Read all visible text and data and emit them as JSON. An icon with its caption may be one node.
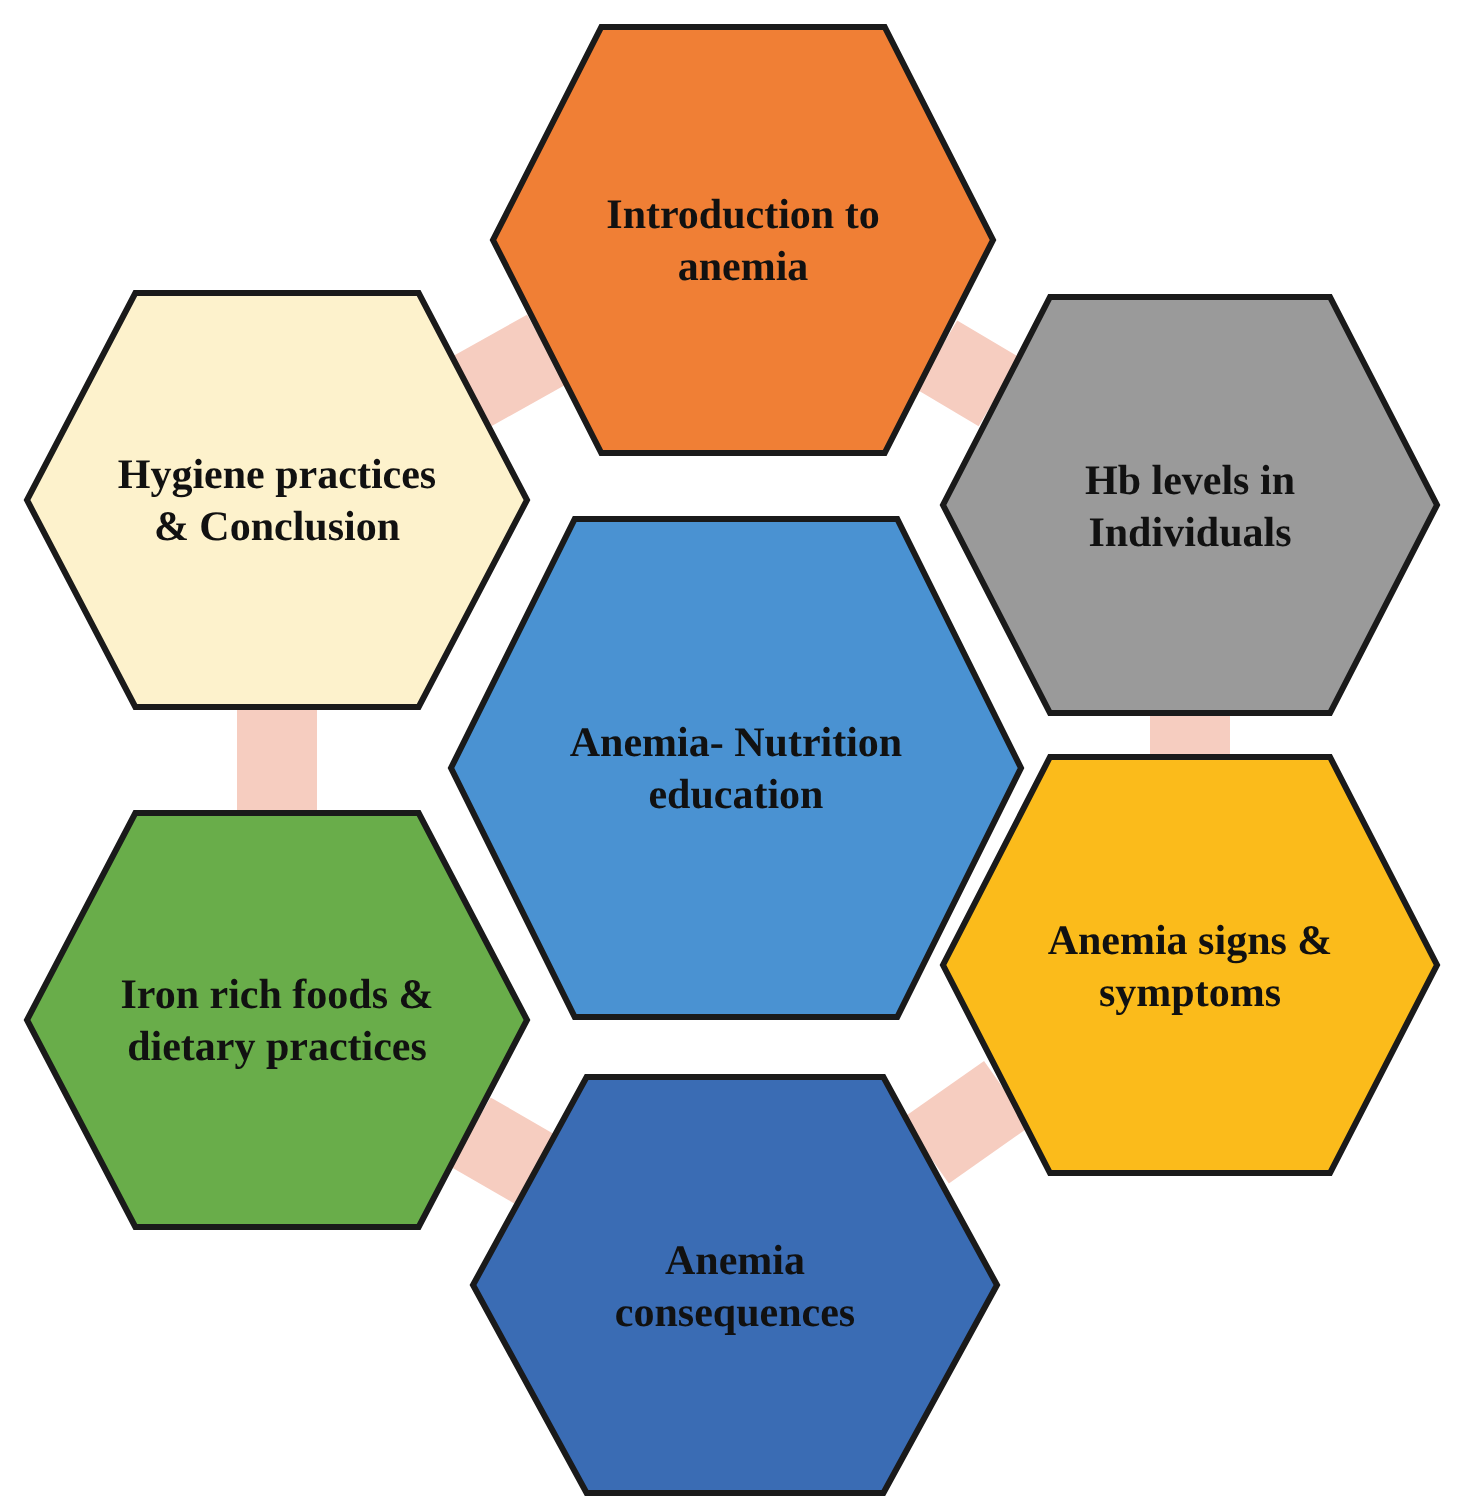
{
  "diagram": {
    "nodes": [
      {
        "text": [
          "Introduction to anemia"
        ]
      },
      {
        "text": [
          "Hygiene practices & Conclusion"
        ]
      },
      {
        "text": [
          "Hb levels in Individuals"
        ]
      },
      {
        "text": [
          "Anemia- Nutrition education"
        ]
      },
      {
        "text": [
          "Anemia signs & symptoms"
        ]
      },
      {
        "text": [
          "Iron rich foods & dietary practices"
        ]
      },
      {
        "text": [
          "Anemia consequences"
        ]
      }
    ],
    "edges": [
      {
        "from": 0,
        "to": 1,
        "arrow": "none"
      },
      {
        "from": 0,
        "to": 2,
        "arrow": "none"
      },
      {
        "from": 2,
        "to": 4,
        "arrow": "none"
      },
      {
        "from": 4,
        "to": 6,
        "arrow": "none"
      },
      {
        "from": 6,
        "to": 5,
        "arrow": "none"
      },
      {
        "from": 5,
        "to": 1,
        "arrow": "none"
      }
    ]
  }
}
